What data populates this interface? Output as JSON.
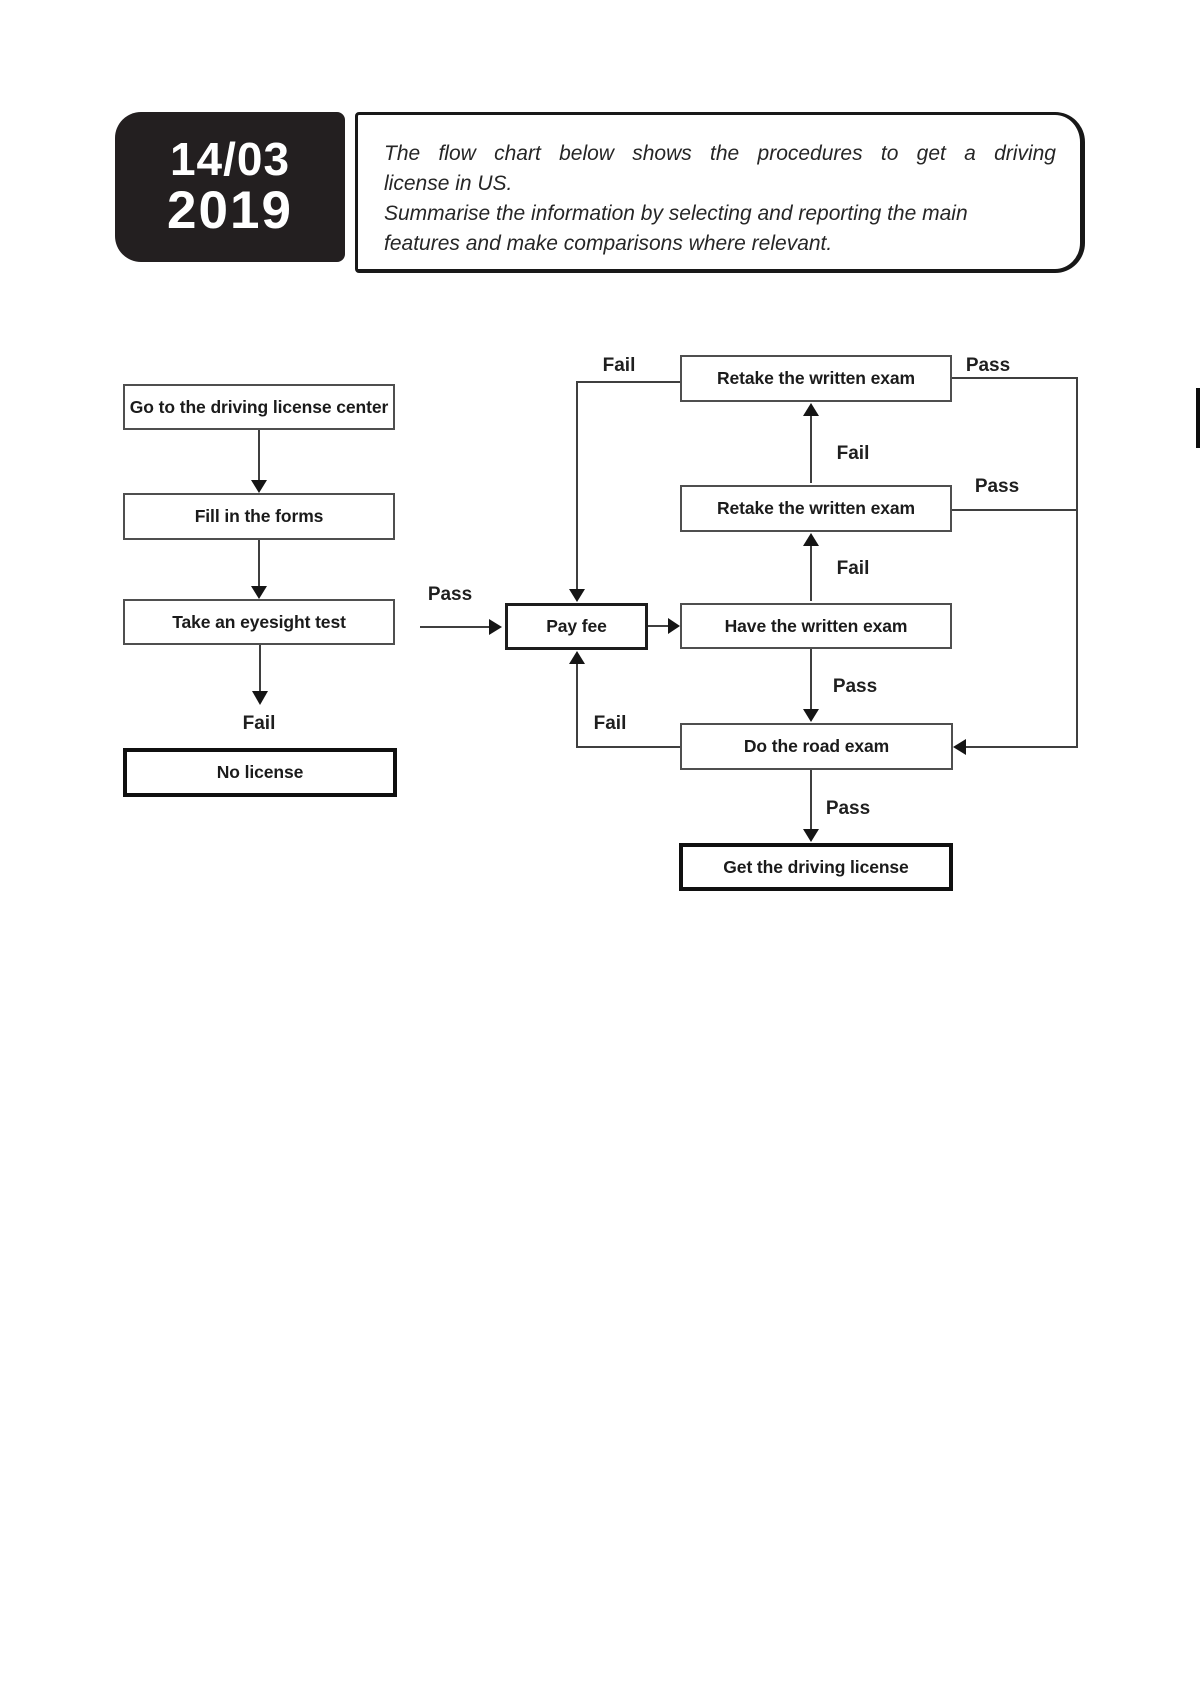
{
  "header": {
    "date_line1": "14/03",
    "date_line2": "2019",
    "instruction_lines": [
      "The flow chart below shows the procedures to get a driving",
      "license in US.",
      "Summarise the information by selecting and reporting the main",
      "features and make comparisons where relevant."
    ]
  },
  "flowchart": {
    "nodes": {
      "go_center": "Go to the driving license center",
      "fill_forms": "Fill in the forms",
      "eyesight": "Take an eyesight test",
      "no_license": "No license",
      "pay_fee": "Pay fee",
      "retake_top": "Retake the written exam",
      "retake_mid": "Retake the written exam",
      "written": "Have the written exam",
      "road": "Do the road exam",
      "license": "Get the driving license"
    },
    "labels": {
      "pass_eyesight": "Pass",
      "fail_eyesight": "Fail",
      "fail_top": "Fail",
      "pass_top": "Pass",
      "fail_mid": "Fail",
      "pass_mid": "Pass",
      "fail_written": "Fail",
      "pass_written": "Pass",
      "fail_road": "Fail",
      "pass_road": "Pass"
    }
  },
  "colors": {
    "ink": "#1c1c1c",
    "badge_bg": "#231f20",
    "line": "#4a4a4a",
    "thick_border": "#101010"
  }
}
